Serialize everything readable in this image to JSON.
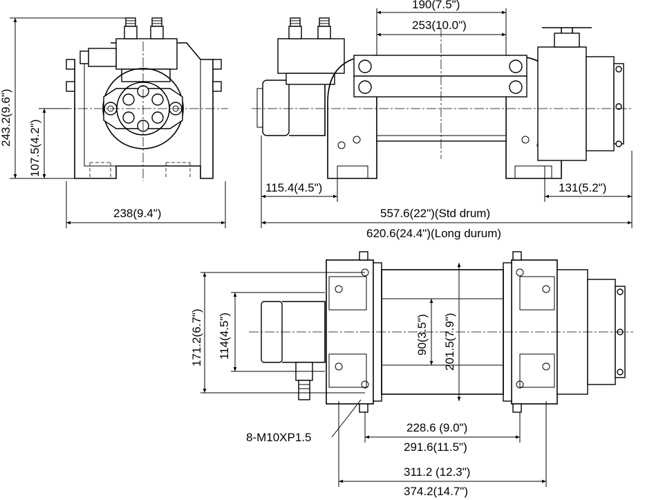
{
  "drawing": {
    "front_view": {
      "height_total": "243.2(9.6\")",
      "height_center": "107.5(4.2\")",
      "width": "238(9.4\")"
    },
    "side_view": {
      "drum_length_top": "190(7.5\")",
      "drum_length": "253(10.0\")",
      "left_offset": "115.4(4.5\")",
      "right_offset": "131(5.2\")",
      "std_length": "557.6(22\")(Std drum)",
      "long_length": "620.6(24.4\")(Long durum)"
    },
    "top_view": {
      "mount_height_outer": "171.2(6.7\")",
      "mount_height_inner": "114(4.5\")",
      "drum_dia_inner": "90(3.5\")",
      "drum_dia_outer": "201.5(7.9\")",
      "bolt_spec": "8-M10XP1.5",
      "bolt_span_1": "228.6 (9.0\")",
      "bolt_span_2": "291.6(11.5\")",
      "base_span_1": "311.2 (12.3\")",
      "base_span_2": "374.2(14.7\")"
    }
  }
}
